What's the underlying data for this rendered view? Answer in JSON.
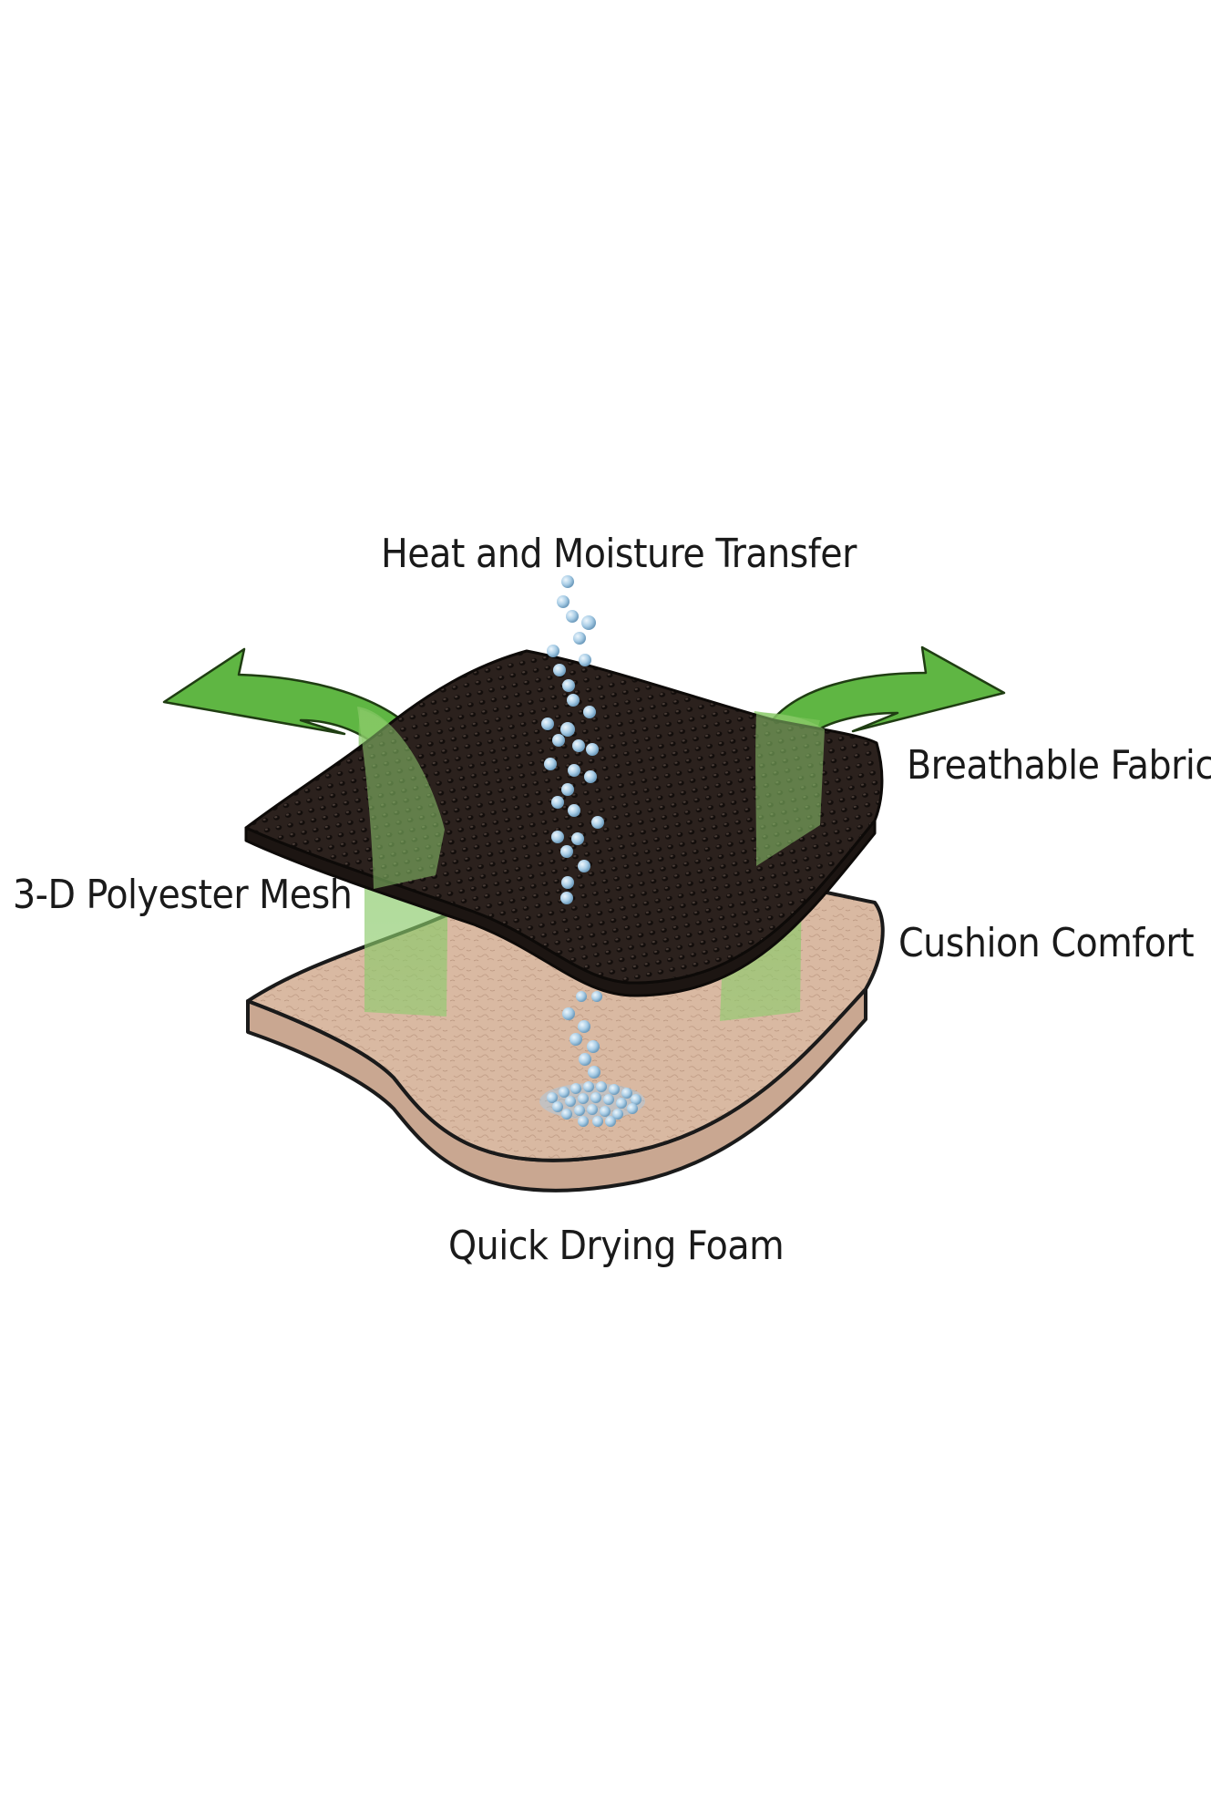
{
  "labels": {
    "top": "Heat and Moisture Transfer",
    "breathable": "Breathable Fabric",
    "mesh": "3-D Polyester Mesh",
    "cushion": "Cushion Comfort",
    "foam": "Quick Drying Foam"
  },
  "colors": {
    "background": "#ffffff",
    "mesh_fabric": "#2b211d",
    "foam": "#d9b9a2",
    "foam_edge": "#c9a791",
    "arrow_green": "#5fb643",
    "arrow_translucent": "#8fcc6f",
    "droplet": "#a9cde6",
    "text": "#1a1a1a"
  },
  "icons": {
    "airflow": "green-arrow-icon",
    "moisture": "water-droplet-icon"
  }
}
